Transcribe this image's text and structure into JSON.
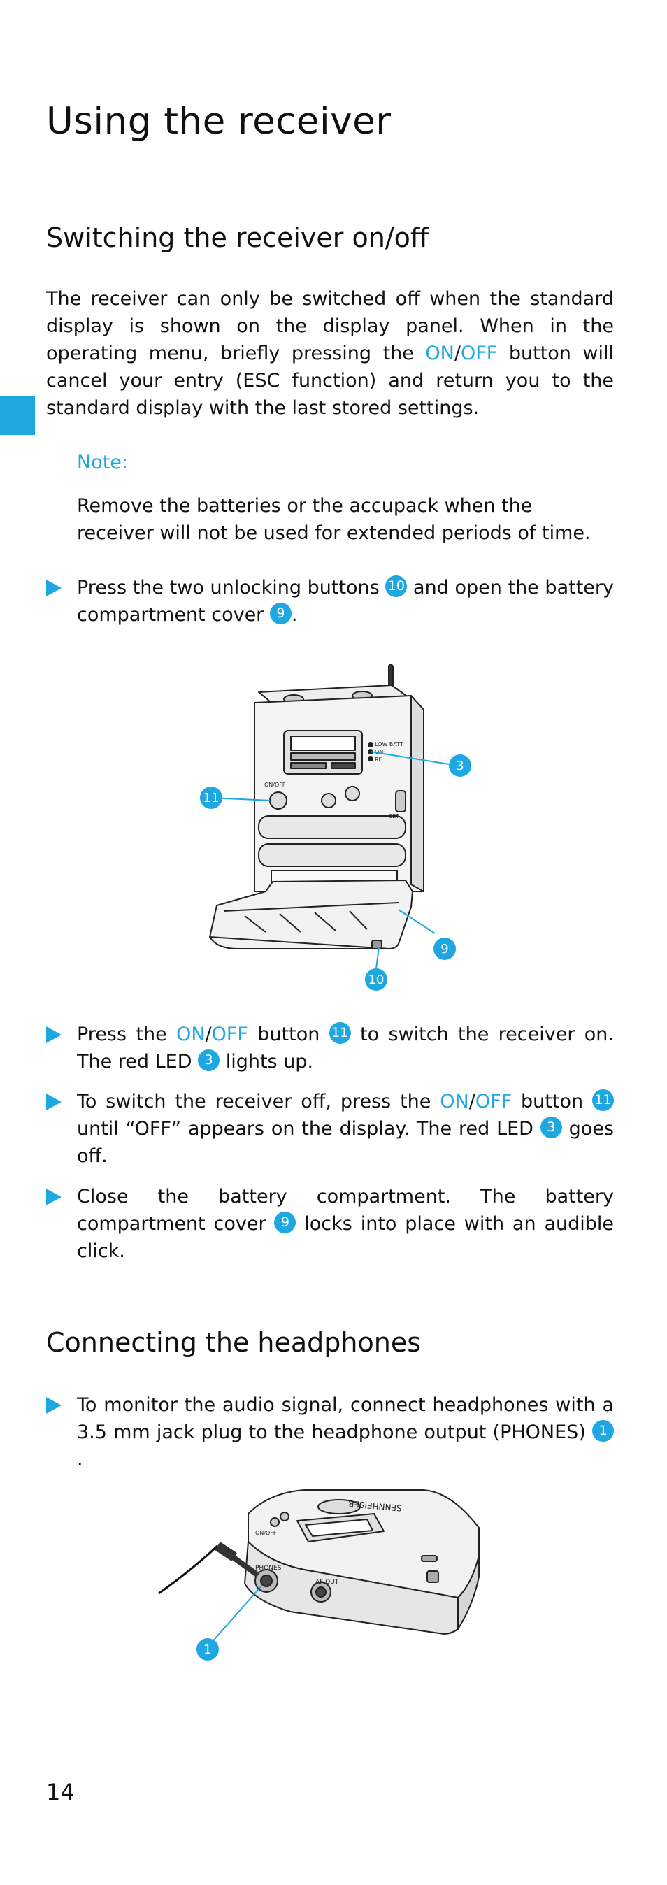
{
  "page_title": "Using the receiver",
  "section1": {
    "heading": "Switching the receiver on/off",
    "intro": {
      "pre": "The receiver can only be switched off when the standard display is shown on the display panel. When in the operating menu, briefly pressing the ",
      "on": "ON",
      "slash": "/",
      "off": "OFF",
      "post": " button will cancel your entry (ESC function) and return you to the standard display with the last stored settings."
    },
    "note": {
      "label": "Note:",
      "text": "Remove the batteries or the accupack when the receiver will not be used for extended periods of time."
    },
    "step1": {
      "t1": "Press the two unlocking buttons ",
      "n1": "10",
      "t2": " and open the battery compartment cover ",
      "n2": "9",
      "t3": "."
    },
    "figure1": {
      "callout_3": "3",
      "callout_11": "11",
      "callout_9": "9",
      "callout_10": "10",
      "label_lowbatt": "LOW BATT",
      "label_on": "ON",
      "label_rf": "RF",
      "label_onoff": "ON/OFF",
      "label_set": "SET"
    },
    "step2": {
      "t1": "Press the ",
      "on": "ON",
      "slash": "/",
      "off": "OFF",
      "t2": " button ",
      "n1": "11",
      "t3": " to switch the receiver on. The red LED ",
      "n2": "3",
      "t4": " lights up."
    },
    "step3": {
      "t1": "To switch the receiver off, press the ",
      "on": "ON",
      "slash": "/",
      "off": "OFF",
      "t2": " button ",
      "n1": "11",
      "t3": " until “OFF” appears on the display. The red LED ",
      "n2": "3",
      "t4": " goes off."
    },
    "step4": {
      "t1": "Close the battery compartment. The battery compartment cover ",
      "n1": "9",
      "t2": " locks into place with an audible click."
    }
  },
  "section2": {
    "heading": "Connecting the headphones",
    "step1": {
      "t1": "To monitor the audio signal, connect headphones with a 3.5 mm jack plug to the headphone output (PHONES) ",
      "n1": "1",
      "t2": "."
    },
    "figure2": {
      "callout_1": "1",
      "label_phones": "PHONES",
      "label_afout": "AF OUT",
      "label_brand": "SENNHEISER",
      "label_onoff": "ON/OFF"
    }
  },
  "page_number": "14",
  "colors": {
    "accent": "#1ea7e1",
    "text": "#111111",
    "line": "#222222"
  }
}
